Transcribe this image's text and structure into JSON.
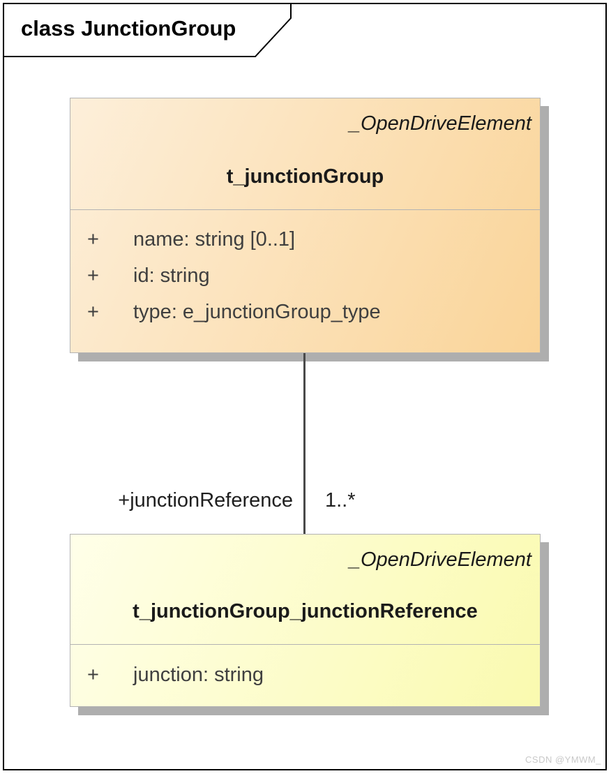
{
  "frame": {
    "title": "class JunctionGroup"
  },
  "classes": [
    {
      "stereotype": "_OpenDriveElement",
      "name": "t_junctionGroup",
      "attributes": [
        {
          "visibility": "+",
          "text": "name: string [0..1]"
        },
        {
          "visibility": "+",
          "text": "id: string"
        },
        {
          "visibility": "+",
          "text": "type: e_junctionGroup_type"
        }
      ],
      "colors": {
        "fill_from": "#FDEFDA",
        "fill_to": "#FAD498"
      }
    },
    {
      "stereotype": "_OpenDriveElement",
      "name": "t_junctionGroup_junctionReference",
      "attributes": [
        {
          "visibility": "+",
          "text": "junction: string"
        }
      ],
      "colors": {
        "fill_from": "#FFFFE9",
        "fill_to": "#FAFAAF"
      }
    }
  ],
  "association": {
    "role_label": "+junctionReference",
    "multiplicity": "1..*"
  },
  "watermark": "CSDN @YMWM_",
  "colors": {
    "shadow": "#AEAEAE",
    "connector": "#4A4A4A",
    "frame_border": "#000000",
    "box_border": "#B3B3B3"
  }
}
